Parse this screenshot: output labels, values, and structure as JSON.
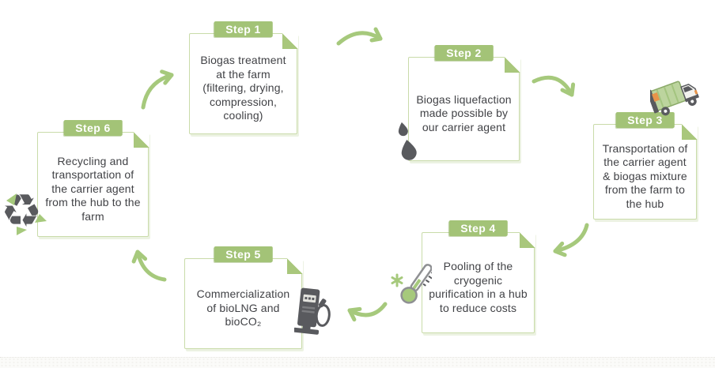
{
  "diagram": {
    "steps": [
      {
        "badge": "Step 1",
        "text": "Biogas treatment at the farm (filtering, drying, compression, cooling)"
      },
      {
        "badge": "Step 2",
        "text": "Biogas liquefaction made possible by our carrier agent"
      },
      {
        "badge": "Step 3",
        "text": "Transportation of the carrier agent & biogas mixture from the farm to the hub"
      },
      {
        "badge": "Step 4",
        "text": "Pooling of the cryogenic purification in a hub to reduce costs"
      },
      {
        "badge": "Step 5",
        "text": "Commercialization of  bioLNG and bioCO₂"
      },
      {
        "badge": "Step 6",
        "text": "Recycling and transportation of the carrier agent from the hub to the farm"
      }
    ],
    "icons": {
      "step2": "water-drops",
      "step3": "delivery-truck",
      "step4": "cold-thermometer",
      "step5": "fuel-pump",
      "step6": "recycling-arrows"
    },
    "colors": {
      "badge_green": "#a3c377",
      "card_border_green": "#c9dba9",
      "arrow_green": "#a6c97c",
      "icon_dark_gray": "#595a5e",
      "icon_light_green": "#a6c97c",
      "accent_orange": "#e8944a",
      "text_dark": "#414246"
    }
  }
}
